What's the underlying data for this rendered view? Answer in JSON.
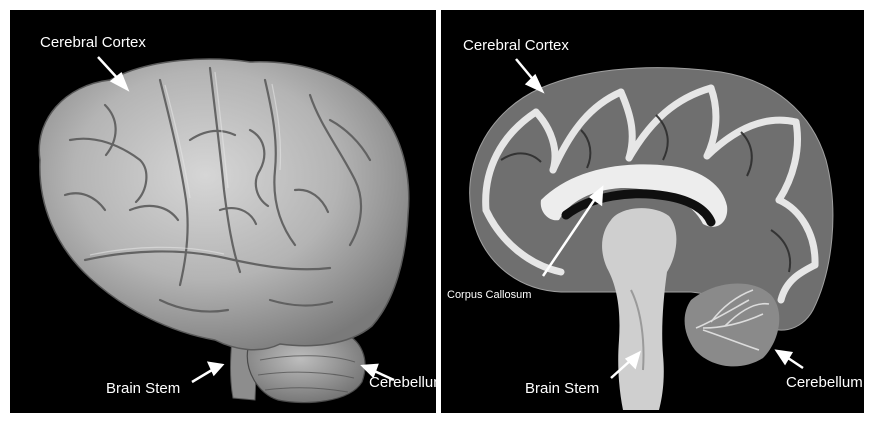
{
  "left_panel": {
    "labels": {
      "cortex": "Cerebral Cortex",
      "brain_stem": "Brain Stem",
      "cerebellum": "Cerebellum"
    }
  },
  "right_panel": {
    "labels": {
      "cortex": "Cerebral Cortex",
      "corpus_callosum": "Corpus Callosum",
      "brain_stem": "Brain Stem",
      "cerebellum": "Cerebellum"
    }
  },
  "colors": {
    "background": "#000000",
    "surface_brain": "#b9b9b9",
    "white_matter": "#e6e6e6",
    "grey_matter": "#6f6f6f",
    "label": "#ffffff"
  }
}
